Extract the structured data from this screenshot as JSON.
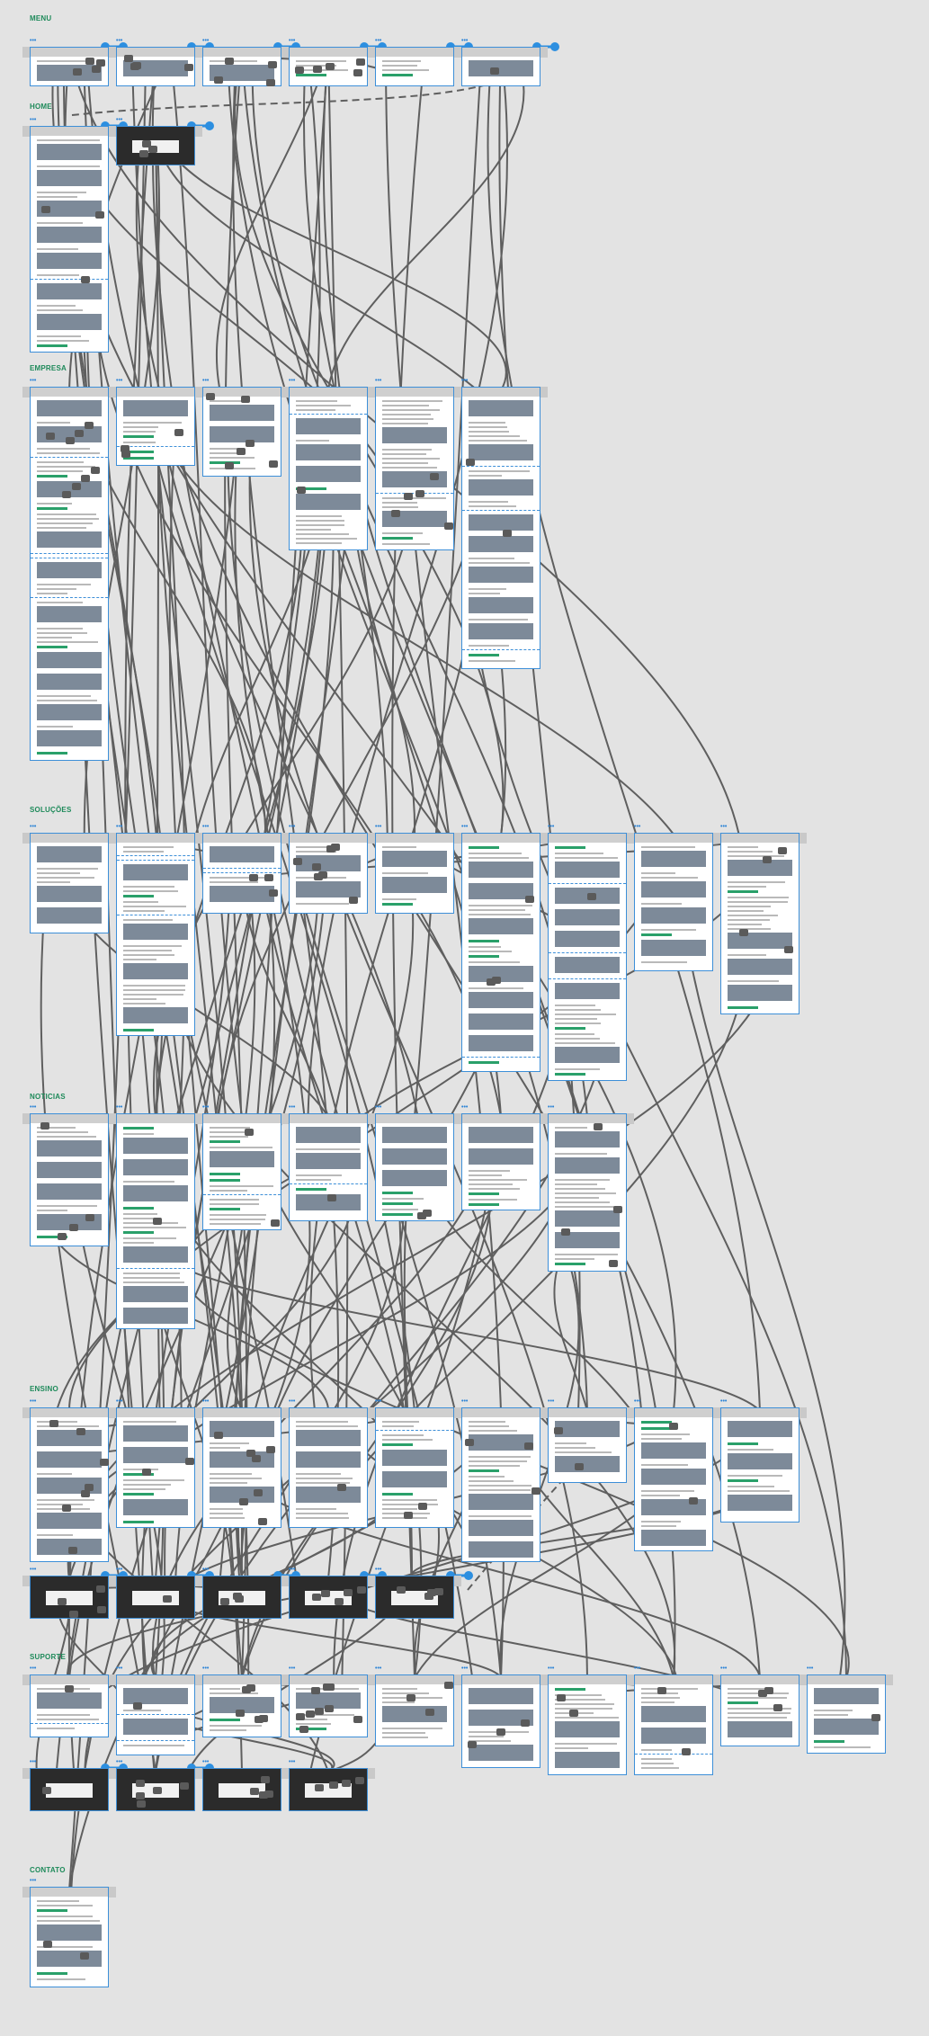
{
  "flow": {
    "sections": [
      {
        "id": "menu",
        "title": "MENU"
      },
      {
        "id": "home",
        "title": "HOME"
      },
      {
        "id": "empresa",
        "title": "EMPRESA"
      },
      {
        "id": "solucoes",
        "title": "SOLUÇÕES"
      },
      {
        "id": "noticias",
        "title": "NOTICIAS"
      },
      {
        "id": "ensino",
        "title": "ENSINO"
      },
      {
        "id": "suporte",
        "title": "SUPORTE"
      },
      {
        "id": "contato",
        "title": "CONTATO"
      }
    ],
    "board_dots": "•••",
    "colors": {
      "background": "#e3e3e3",
      "section_title": "#1e8a5a",
      "board_border": "#3d8fd8",
      "link_wire": "#5f5f5f",
      "link_pin": "#2d8fe0",
      "dark_board": "#2b2b2b"
    },
    "icons": {
      "hotspot": "hotspot-icon",
      "link_pin": "link-pin-icon",
      "nav_arrow": "chevron-icon"
    }
  }
}
